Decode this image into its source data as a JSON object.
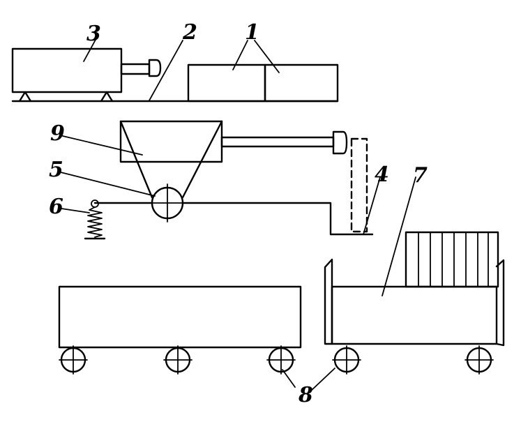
{
  "labels": {
    "n1": "1",
    "n2": "2",
    "n3": "3",
    "n4": "4",
    "n5": "5",
    "n6": "6",
    "n7": "7",
    "n8": "8",
    "n9": "9"
  },
  "colors": {
    "stroke": "#000000",
    "background": "#ffffff"
  }
}
